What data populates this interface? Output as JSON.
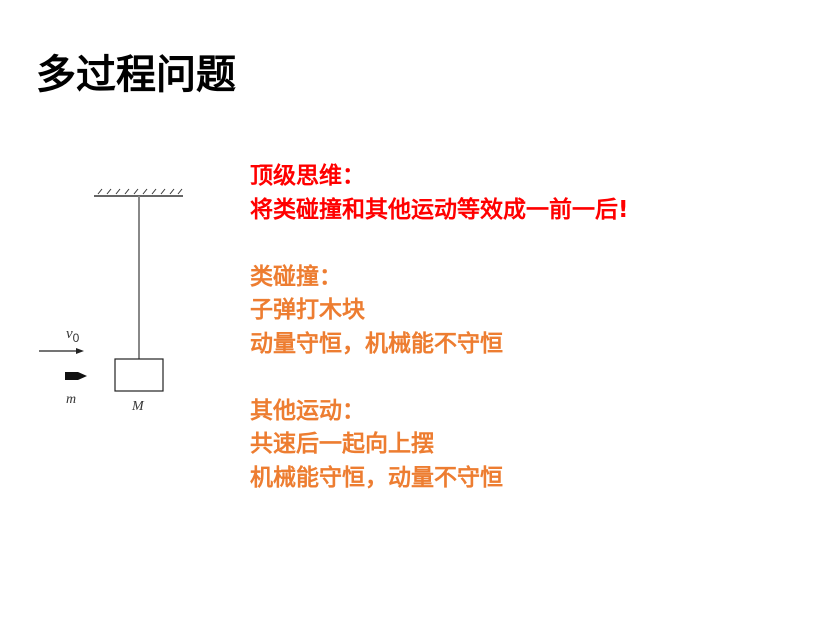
{
  "title": "多过程问题",
  "diagram": {
    "velocity_label": "v",
    "velocity_sub": "0",
    "bullet_label": "m",
    "block_label": "M"
  },
  "colors": {
    "primary": "#ff0000",
    "secondary": "#ed7d31"
  },
  "sections": [
    {
      "lines": [
        "顶级思维：",
        "将类碰撞和其他运动等效成一前一后!"
      ]
    },
    {
      "lines": [
        "类碰撞：",
        "子弹打木块",
        "动量守恒，机械能不守恒"
      ]
    },
    {
      "lines": [
        "其他运动：",
        "共速后一起向上摆",
        "机械能守恒，动量不守恒"
      ]
    }
  ]
}
